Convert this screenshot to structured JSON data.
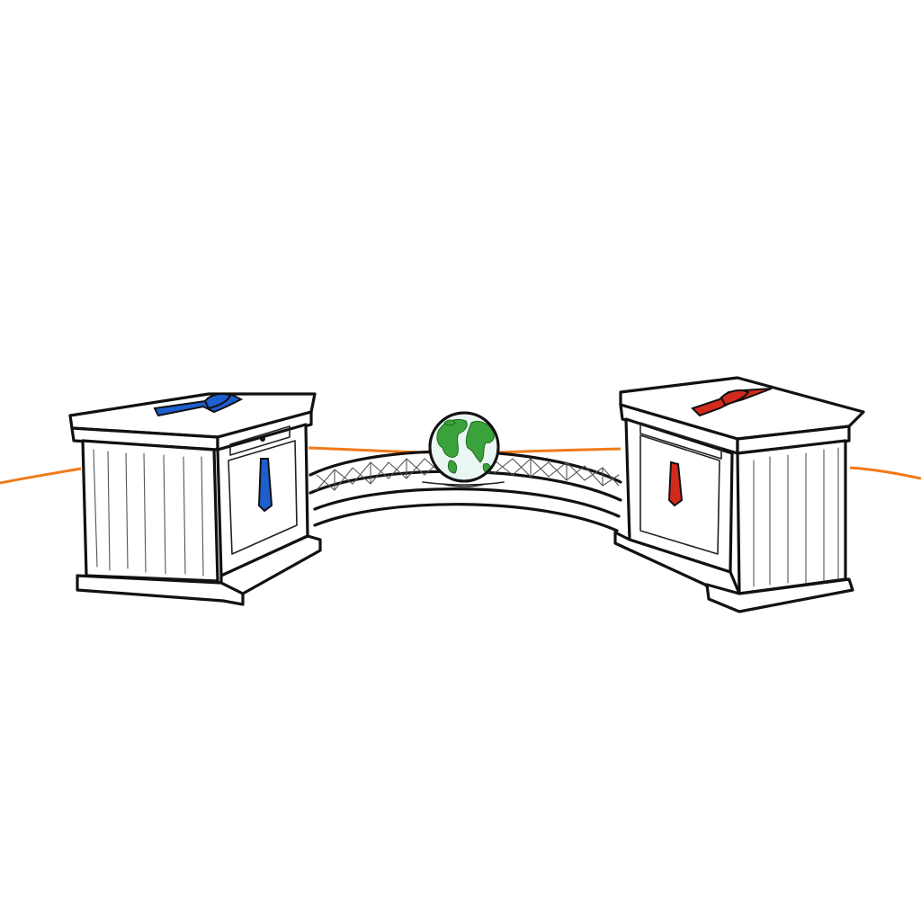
{
  "colors": {
    "background": "#ffffff",
    "outline": "#111111",
    "horizon_line": "#f07a1a",
    "tie_left": "#1e5fd0",
    "tie_right": "#d42a1e",
    "globe_water": "#e9f6f4",
    "globe_land": "#3aa23a"
  },
  "elements": {
    "left_desk": {
      "tie_color": "blue"
    },
    "right_desk": {
      "tie_color": "red"
    },
    "bridge": {
      "style": "truss-arch"
    },
    "globe": {
      "icon": "globe-icon"
    }
  }
}
